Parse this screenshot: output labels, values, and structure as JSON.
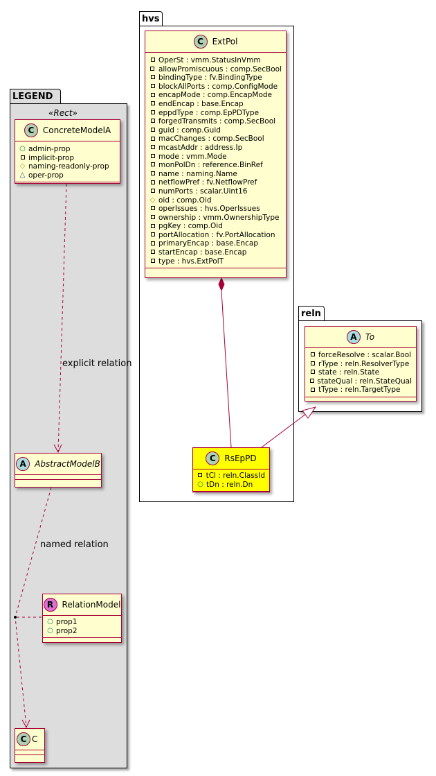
{
  "packages": {
    "legend": {
      "name": "LEGEND",
      "stereotype": "«Rect»"
    },
    "hvs": {
      "name": "hvs"
    },
    "reln": {
      "name": "reln"
    }
  },
  "classes": {
    "concrete": {
      "circle": "C",
      "name": "ConcreteModelA",
      "attrs": [
        {
          "vis": "+",
          "text": "admin-prop"
        },
        {
          "vis": "-",
          "text": "implicit-prop"
        },
        {
          "vis": "#",
          "text": "naming-readonly-prop"
        },
        {
          "vis": "~",
          "text": "oper-prop"
        }
      ]
    },
    "abstract": {
      "circle": "A",
      "name": "AbstractModelB"
    },
    "relation": {
      "circle": "R",
      "name": "RelationModel",
      "attrs": [
        {
          "vis": "+",
          "text": "prop1"
        },
        {
          "vis": "+",
          "text": "prop2"
        }
      ]
    },
    "c": {
      "circle": "C",
      "name": "C"
    },
    "extpol": {
      "circle": "C",
      "name": "ExtPol",
      "attrs": [
        {
          "vis": "-",
          "text": "OperSt : vmm.StatusInVmm"
        },
        {
          "vis": "-",
          "text": "allowPromiscuous : comp.SecBool"
        },
        {
          "vis": "-",
          "text": "bindingType : fv.BindingType"
        },
        {
          "vis": "-",
          "text": "blockAllPorts : comp.ConfigMode"
        },
        {
          "vis": "-",
          "text": "encapMode : comp.EncapMode"
        },
        {
          "vis": "-",
          "text": "endEncap : base.Encap"
        },
        {
          "vis": "-",
          "text": "eppdType : comp.EpPDType"
        },
        {
          "vis": "-",
          "text": "forgedTransmits : comp.SecBool"
        },
        {
          "vis": "-",
          "text": "guid : comp.Guid"
        },
        {
          "vis": "-",
          "text": "macChanges : comp.SecBool"
        },
        {
          "vis": "-",
          "text": "mcastAddr : address.Ip"
        },
        {
          "vis": "-",
          "text": "mode : vmm.Mode"
        },
        {
          "vis": "-",
          "text": "monPolDn : reference.BinRef"
        },
        {
          "vis": "-",
          "text": "name : naming.Name"
        },
        {
          "vis": "-",
          "text": "netflowPref : fv.NetflowPref"
        },
        {
          "vis": "-",
          "text": "numPorts : scalar.Uint16"
        },
        {
          "vis": "#",
          "text": "oid : comp.Oid"
        },
        {
          "vis": "-",
          "text": "operIssues : hvs.OperIssues"
        },
        {
          "vis": "-",
          "text": "ownership : vmm.OwnershipType"
        },
        {
          "vis": "-",
          "text": "pgKey : comp.Oid"
        },
        {
          "vis": "-",
          "text": "portAllocation : fv.PortAllocation"
        },
        {
          "vis": "-",
          "text": "primaryEncap : base.Encap"
        },
        {
          "vis": "-",
          "text": "startEncap : base.Encap"
        },
        {
          "vis": "-",
          "text": "type : hvs.ExtPolT"
        }
      ]
    },
    "rsepp": {
      "circle": "C",
      "name": "RsEpPD",
      "attrs": [
        {
          "vis": "-",
          "text": "tCl : reln.ClassId"
        },
        {
          "vis": "+",
          "text": "tDn : reln.Dn"
        }
      ]
    },
    "to": {
      "circle": "A",
      "name": "To",
      "attrs": [
        {
          "vis": "-",
          "text": "forceResolve : scalar.Bool"
        },
        {
          "vis": "-",
          "text": "rType : reln.ResolverType"
        },
        {
          "vis": "-",
          "text": "state : reln.State"
        },
        {
          "vis": "-",
          "text": "stateQual : reln.StateQual"
        },
        {
          "vis": "-",
          "text": "tType : reln.TargetType"
        }
      ]
    }
  },
  "relations": {
    "explicit": "explicit relation",
    "named": "named relation"
  },
  "colors": {
    "class_fill": "#FEFECE",
    "class_border": "#A80036",
    "highlight_fill": "#FFFF00",
    "legend_fill": "#DDDDDD",
    "circle_c": "#ADD1B2",
    "circle_a": "#A9DCDF",
    "circle_r": "#DA70D6"
  }
}
